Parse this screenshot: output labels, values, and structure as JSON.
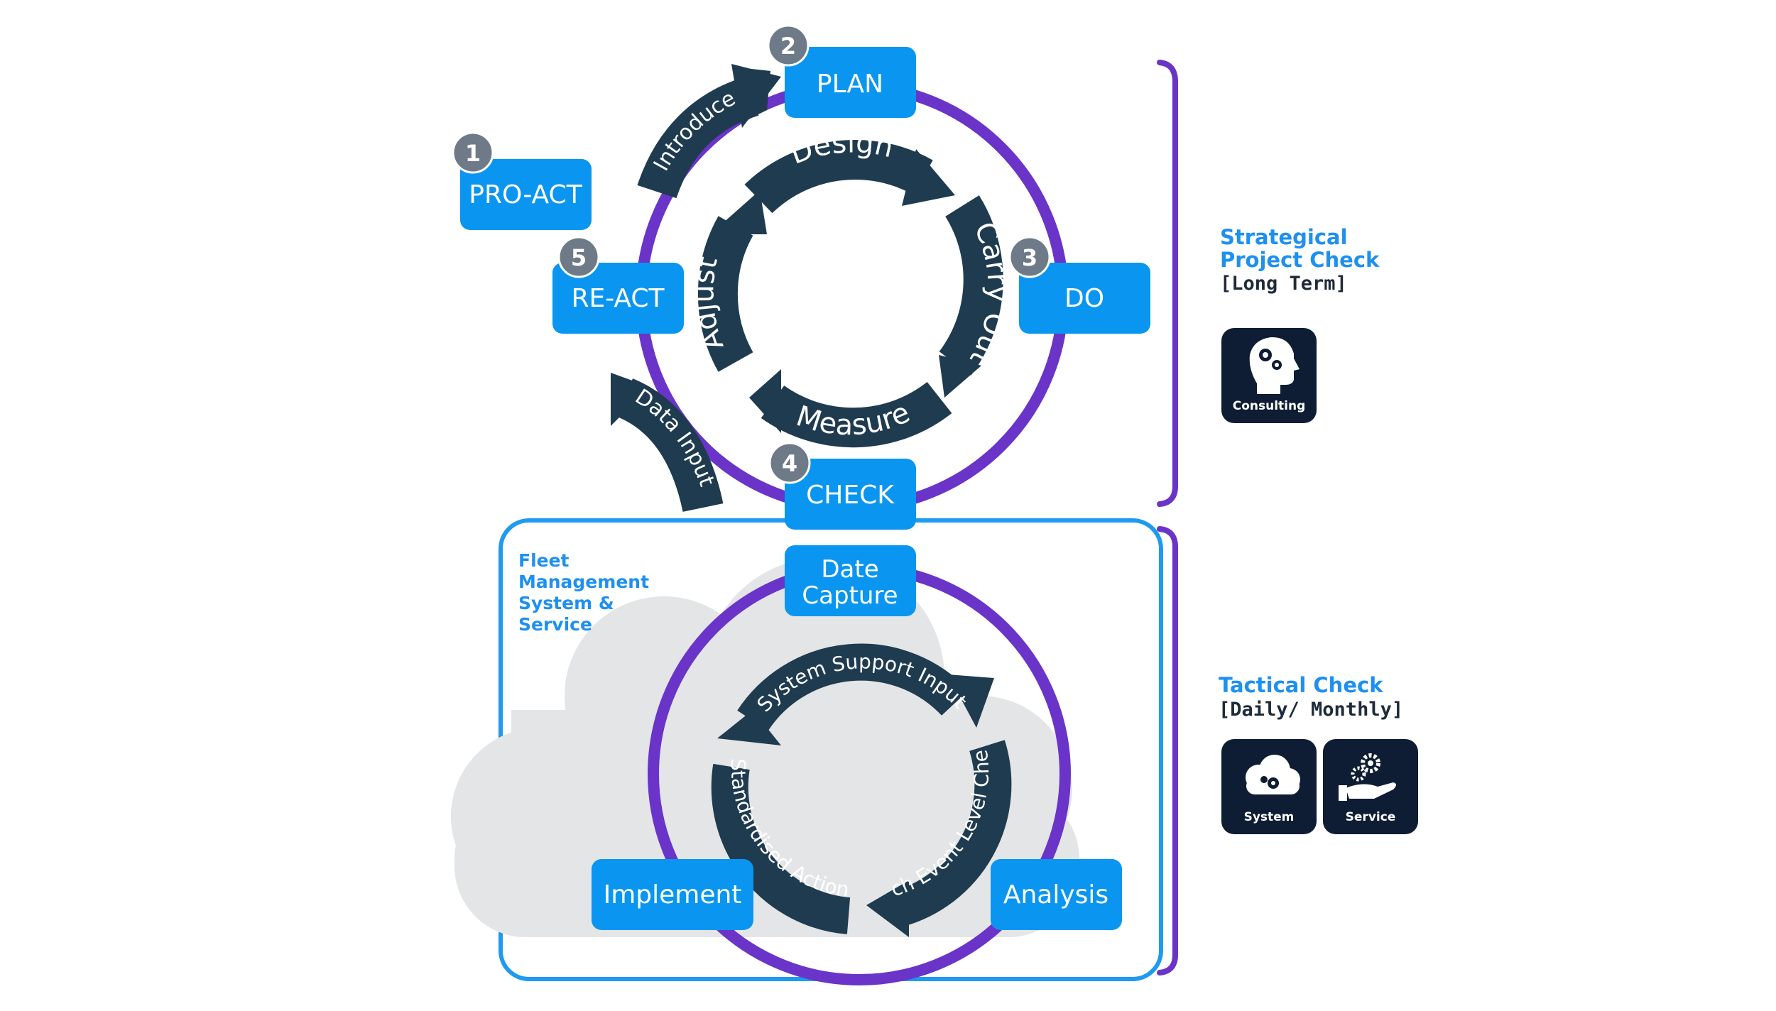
{
  "colors": {
    "box_blue": "#0a96f0",
    "ring_purple": "#6a34c9",
    "arrow_dark": "#1f3b50",
    "badge_gray": "#6e7a88",
    "frame_blue": "#1e9af0",
    "cloud_gray": "#e4e5e6",
    "icon_navy": "#0e1d33"
  },
  "steps": {
    "plan": {
      "number": "2",
      "label": "PLAN"
    },
    "pro_act": {
      "number": "1",
      "label": "PRO-ACT"
    },
    "re_act": {
      "number": "5",
      "label": "RE-ACT"
    },
    "do": {
      "number": "3",
      "label": "DO"
    },
    "check": {
      "number": "4",
      "label": "CHECK"
    }
  },
  "outer_arrows": {
    "introduce": "Introduce",
    "data_input": "Data Input"
  },
  "inner_cycle_top": [
    "Design",
    "Carry Out",
    "Measure",
    "Adjust"
  ],
  "lower_boxes": {
    "date_capture": [
      "Date",
      "Capture"
    ],
    "implement": "Implement",
    "analysis": "Analysis"
  },
  "inner_cycle_bottom": [
    "System Support Input",
    "Each Event Level Check",
    "Standardised Action"
  ],
  "fleet_label": [
    "Fleet",
    "Management",
    "System &",
    "Service"
  ],
  "strategic": {
    "title_lines": [
      "Strategical",
      "Project Check"
    ],
    "subtitle": "[Long Term]",
    "icons": [
      {
        "name": "consulting-icon",
        "label": "Consulting"
      }
    ]
  },
  "tactical": {
    "title": "Tactical Check",
    "subtitle": "[Daily/ Monthly]",
    "icons": [
      {
        "name": "system-icon",
        "label": "System"
      },
      {
        "name": "service-icon",
        "label": "Service"
      }
    ]
  }
}
